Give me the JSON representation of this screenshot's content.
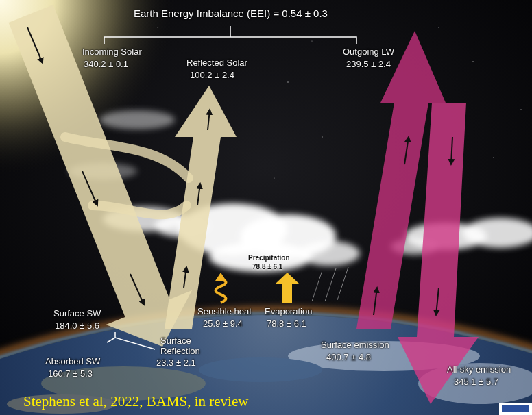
{
  "diagram": {
    "title": "Earth Energy Imbalance (EEI) = 0.54 ± 0.3",
    "caption": "Stephens et al, 2022, BAMS, in review",
    "labels": [
      "Incoming Solar",
      "340.2 ± 0.1",
      "Reflected Solar",
      "100.2 ± 2.4",
      "Outgoing LW",
      "239.5 ± 2.4",
      "Precipitation",
      "78.8 ± 6.1",
      "Sensible heat",
      "25.9 ± 9.4",
      "Evaporation",
      "78.8 ± 6.1",
      "Surface SW",
      "184.0 ± 5.6",
      "Surface Reflection",
      "23.3 ± 2.1",
      "Absorbed SW",
      "160.7 ± 5.3",
      "Surface emission",
      "400.7 ± 4.8",
      "All-sky emission",
      "345.1 ± 5.7"
    ]
  }
}
